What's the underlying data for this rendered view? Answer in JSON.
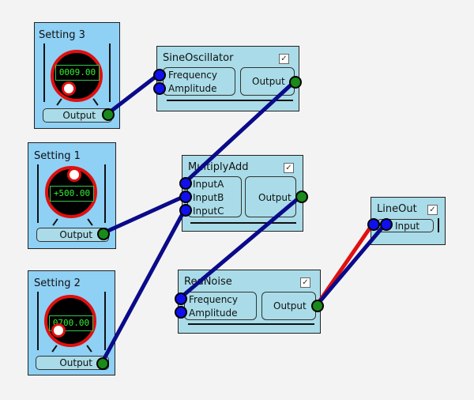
{
  "colors": {
    "wire": "#0a0a8a",
    "wire_highlight": "#e01010",
    "setting_bg": "#8fd0f5",
    "unit_bg": "#a9dce8",
    "input_port": "#1010ee",
    "output_port": "#1a8a1a",
    "knob_ring": "#e01010",
    "lcd_text": "#32f032"
  },
  "settings": [
    {
      "title": "Setting 3",
      "value": "0009.00",
      "output_label": "Output"
    },
    {
      "title": "Setting 1",
      "value": "+500.00",
      "output_label": "Output"
    },
    {
      "title": "Setting 2",
      "value": "0700.00",
      "output_label": "Output"
    }
  ],
  "units": {
    "sine": {
      "title": "SineOscillator",
      "inputs": [
        "Frequency",
        "Amplitude"
      ],
      "output_label": "Output",
      "enabled": true
    },
    "multiply": {
      "title": "MultiplyAdd",
      "inputs": [
        "InputA",
        "InputB",
        "InputC"
      ],
      "output_label": "Output",
      "enabled": true
    },
    "rednoise": {
      "title": "RedNoise",
      "inputs": [
        "Frequency",
        "Amplitude"
      ],
      "output_label": "Output",
      "enabled": true
    },
    "lineout": {
      "title": "LineOut",
      "input_label": "Input",
      "enabled": true
    }
  },
  "checkmark": "✓"
}
